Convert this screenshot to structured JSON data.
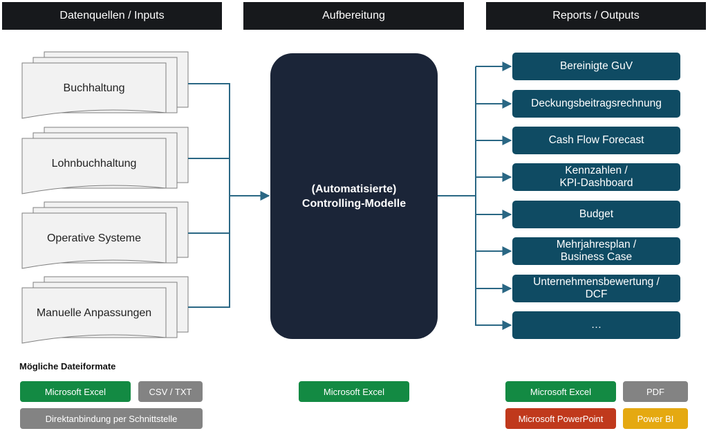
{
  "headers": {
    "inputs": "Datenquellen / Inputs",
    "processing": "Aufbereitung",
    "outputs": "Reports / Outputs"
  },
  "inputs": [
    "Buchhaltung",
    "Lohnbuchhaltung",
    "Operative Systeme",
    "Manuelle Anpassungen"
  ],
  "core": {
    "line1": "(Automatisierte)",
    "line2": "Controlling-Modelle"
  },
  "reports": [
    {
      "line1": "Bereinigte GuV",
      "line2": ""
    },
    {
      "line1": "Deckungsbeitragsrechnung",
      "line2": ""
    },
    {
      "line1": "Cash Flow Forecast",
      "line2": ""
    },
    {
      "line1": "Kennzahlen /",
      "line2": "KPI-Dashboard"
    },
    {
      "line1": "Budget",
      "line2": ""
    },
    {
      "line1": "Mehrjahresplan /",
      "line2": "Business Case"
    },
    {
      "line1": "Unternehmensbewertung /",
      "line2": "DCF"
    },
    {
      "line1": "…",
      "line2": ""
    }
  ],
  "formats": {
    "title": "Mögliche Dateiformate",
    "inputs": {
      "excel": "Microsoft Excel",
      "csv": "CSV / TXT",
      "api": "Direktanbindung per Schnittstelle"
    },
    "processing": {
      "excel": "Microsoft Excel"
    },
    "outputs": {
      "excel": "Microsoft Excel",
      "pdf": "PDF",
      "powerpoint": "Microsoft PowerPoint",
      "powerbi": "Power BI"
    }
  },
  "colors": {
    "header": "#17191c",
    "core": "#1b2538",
    "report": "#0f4b63",
    "connector": "#2a6784",
    "excel": "#138a43",
    "gray": "#838383",
    "powerpoint": "#c0391c",
    "powerbi": "#e5a911",
    "doc_fill": "#f2f2f2",
    "doc_stroke": "#7f7f7f"
  }
}
